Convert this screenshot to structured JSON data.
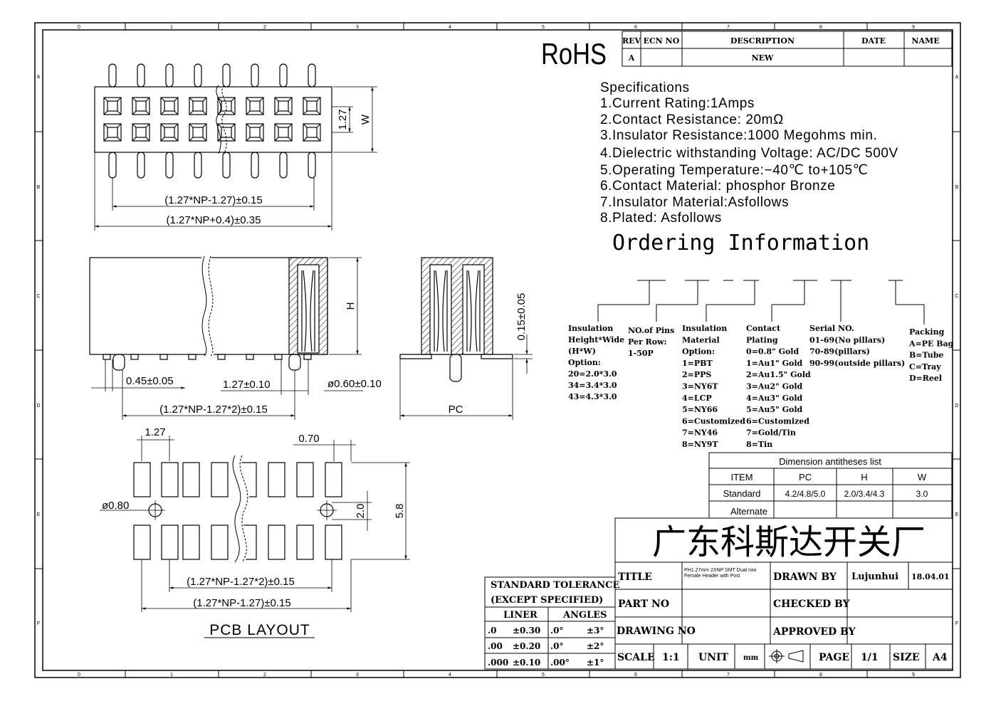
{
  "rohs": "RoHS",
  "grid": {
    "cols": [
      "0",
      "1",
      "2",
      "3",
      "4",
      "5",
      "6",
      "7",
      "8",
      "9"
    ],
    "rows": [
      "A",
      "B",
      "C",
      "D",
      "E",
      "F"
    ]
  },
  "revision": {
    "headers": [
      "REV",
      "ECN NO",
      "DESCRIPTION",
      "DATE",
      "NAME"
    ],
    "row": [
      "A",
      "",
      "NEW",
      "",
      ""
    ]
  },
  "specs": {
    "title": "Specifications",
    "items": [
      "1.Current  Rating:1Amps",
      "2.Contact  Resistance: 20mΩ",
      "3.Insulator  Resistance:1000  Megohms  min.",
      "4.Dielectric  withstanding  Voltage: AC/DC  500V",
      "5.Operating  Temperature:−40℃  to+105℃",
      "6.Contact  Material:  phosphor  Bronze",
      "7.Insulator  Material:Asfollows",
      "8.Plated:  Asfollows"
    ]
  },
  "ordering": {
    "title": "Ordering  Information",
    "columns": [
      {
        "lines": [
          "Insulation",
          "Height*Wide",
          "(H*W)",
          "Option:",
          "20=2.0*3.0",
          "34=3.4*3.0",
          "43=4.3*3.0"
        ]
      },
      {
        "lines": [
          "NO.of Pins",
          "Per Row:",
          "1-50P"
        ]
      },
      {
        "lines": [
          "Insulation",
          "Material",
          "Option:",
          "1=PBT",
          "2=PPS",
          "3=NY6T",
          "4=LCP",
          "5=NY66",
          "6=Customized",
          "7=NY46",
          "8=NY9T"
        ]
      },
      {
        "lines": [
          "Contact",
          "Plating",
          "0=0.8\" Gold",
          "1=Au1\" Gold",
          "2=Au1.5\" Gold",
          "3=Au2\" Gold",
          "4=Au3\" Gold",
          "5=Au5\" Gold",
          "6=Customized",
          "7=Gold/Tin",
          "8=Tin"
        ]
      },
      {
        "lines": [
          "Serial NO.",
          "01-69(No pillars)",
          "70-89(pillars)",
          "90-99(outside pillars)"
        ]
      },
      {
        "lines": [
          "Packing",
          "A=PE Bag",
          "B=Tube",
          "C=Tray",
          "D=Reel"
        ]
      }
    ]
  },
  "dimension_table": {
    "title": "Dimension  antitheses  list",
    "headers": [
      "ITEM",
      "PC",
      "H",
      "W"
    ],
    "rows": [
      [
        "Standard",
        "4.2/4.8/5.0",
        "2.0/3.4/4.3",
        "3.0"
      ],
      [
        "Alternate",
        "",
        "",
        ""
      ]
    ]
  },
  "company": "广东科斯达开关厂",
  "title_block": {
    "title_label": "TITLE",
    "title_value": "PH1.27mm  2XNP  SMT  Dual row  Female  Header with  Post",
    "drawn_label": "DRAWN BY",
    "drawn_value": "Lujunhui",
    "drawn_date": "18.04.01",
    "part_label": "PART NO",
    "checked_label": "CHECKED BY",
    "drawing_label": "DRAWING NO",
    "approved_label": "APPROVED BY",
    "scale_label": "SCALE",
    "scale_value": "1:1",
    "unit_label": "UNIT",
    "unit_value": "mm",
    "page_label": "PAGE",
    "page_value": "1/1",
    "size_label": "SIZE",
    "size_value": "A4"
  },
  "tolerance": {
    "title1": "STANDARD  TOLERANCE",
    "title2": "(EXCEPT  SPECIFIED)",
    "liner": "LINER",
    "angles": "ANGLES",
    "rows": [
      [
        ".0",
        "±0.30",
        ".0°",
        "±3°"
      ],
      [
        ".00",
        "±0.20",
        ".0°",
        "±2°"
      ],
      [
        ".000",
        "±0.10",
        ".00°",
        "±1°"
      ]
    ]
  },
  "dims": {
    "pitch_top": "1.27",
    "w": "W",
    "np1": "(1.27*NP-1.27)±0.15",
    "np2": "(1.27*NP+0.4)±0.35",
    "h": "H",
    "w045": "0.45±0.05",
    "p127": "1.27±0.10",
    "d060": "ø0.60±0.10",
    "np3": "(1.27*NP-1.27*2)±0.15",
    "t015": "0.15±0.05",
    "pc": "PC",
    "pcb_127": "1.27",
    "pcb_070": "0.70",
    "pcb_080": "ø0.80",
    "pcb_20": "2.0",
    "pcb_58": "5.8",
    "pcb_np1": "(1.27*NP-1.27*2)±0.15",
    "pcb_np2": "(1.27*NP-1.27)±0.15",
    "pcb_layout": "PCB  LAYOUT"
  }
}
